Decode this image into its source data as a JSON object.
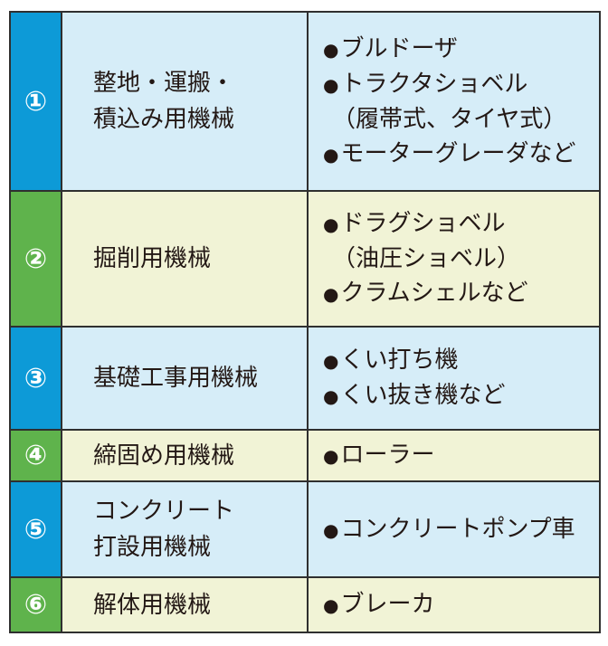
{
  "colors": {
    "blue_marker": "#0d9ad7",
    "blue_fill": "#d6edf8",
    "green_marker": "#5fb34c",
    "green_fill": "#f1f3d6",
    "border": "#2f2f2f"
  },
  "rows": [
    {
      "number": "①",
      "name_lines": [
        "整地・運搬・",
        "積込み用機械"
      ],
      "items": [
        {
          "lines": [
            "ブルドーザ"
          ]
        },
        {
          "lines": [
            "トラクタショベル",
            "（履帯式、タイヤ式）"
          ]
        },
        {
          "lines": [
            "モーターグレーダなど"
          ]
        }
      ]
    },
    {
      "number": "②",
      "name_lines": [
        "掘削用機械"
      ],
      "items": [
        {
          "lines": [
            "ドラグショベル",
            "（油圧ショベル）"
          ]
        },
        {
          "lines": [
            "クラムシェルなど"
          ]
        }
      ]
    },
    {
      "number": "③",
      "name_lines": [
        "基礎工事用機械"
      ],
      "items": [
        {
          "lines": [
            "くい打ち機"
          ]
        },
        {
          "lines": [
            "くい抜き機など"
          ]
        }
      ]
    },
    {
      "number": "④",
      "name_lines": [
        "締固め用機械"
      ],
      "items": [
        {
          "lines": [
            "ローラー"
          ]
        }
      ]
    },
    {
      "number": "⑤",
      "name_lines": [
        "コンクリート",
        "打設用機械"
      ],
      "items": [
        {
          "lines": [
            "コンクリートポンプ車"
          ]
        }
      ]
    },
    {
      "number": "⑥",
      "name_lines": [
        "解体用機械"
      ],
      "items": [
        {
          "lines": [
            "ブレーカ"
          ]
        }
      ]
    }
  ]
}
